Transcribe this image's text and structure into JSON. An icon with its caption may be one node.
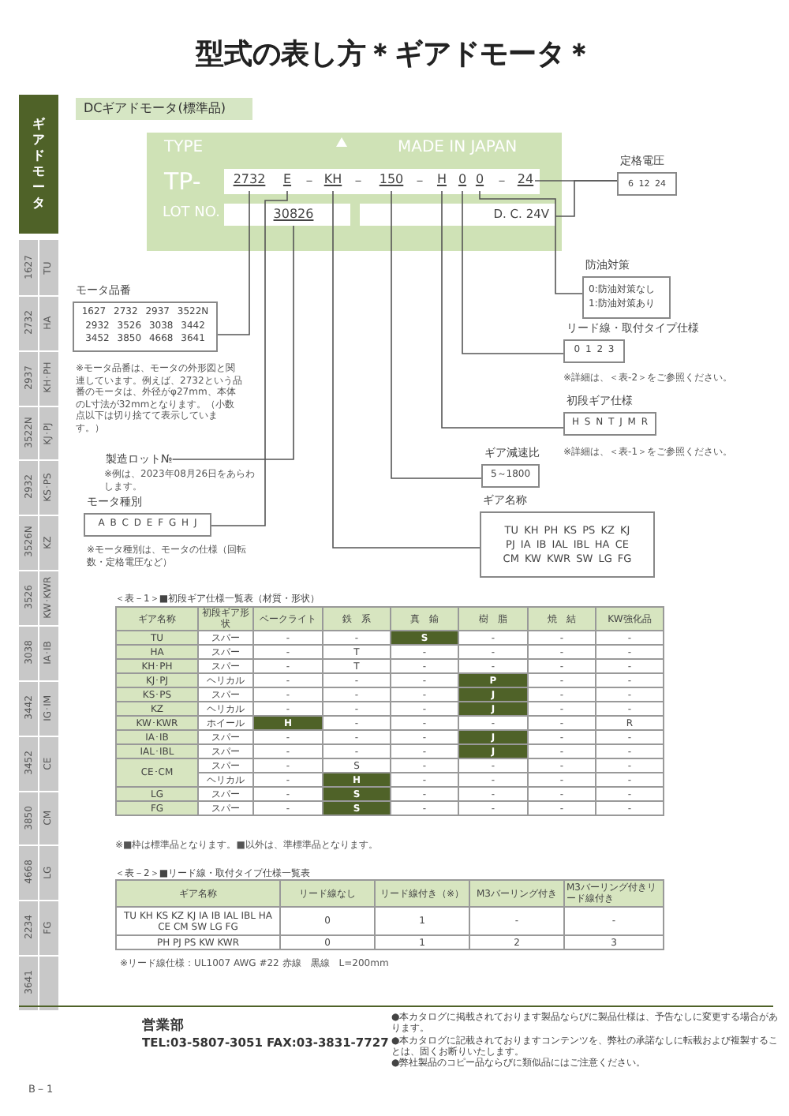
{
  "diagram": {
    "title": "型式の表し方＊ギアドモータ＊",
    "nodes": [
      {
        "text": [
          "TYPE",
          "TP-",
          "MADE IN JAPAN",
          "LOT NO."
        ]
      },
      {
        "text": [
          "2732"
        ],
        "in": 0
      },
      {
        "text": [
          "E"
        ],
        "in": 0
      },
      {
        "text": [
          "KH"
        ],
        "in": 0
      },
      {
        "text": [
          "150"
        ],
        "in": 0
      },
      {
        "text": [
          "H"
        ],
        "in": 0
      },
      {
        "text": [
          "0"
        ],
        "in": 0
      },
      {
        "text": [
          "0"
        ],
        "in": 0
      },
      {
        "text": [
          "24"
        ],
        "in": 0
      },
      {
        "text": [
          "30826"
        ],
        "in": 0
      },
      {
        "text": [
          "D. C. 24V"
        ],
        "in": 0
      },
      {
        "text": [
          "定格電圧",
          "6 12 24"
        ]
      },
      {
        "text": [
          "防油対策",
          "0:防油対策なし 1:防油対策あり"
        ]
      },
      {
        "text": [
          "リード線・取付タイプ仕様",
          "0 1 2 3"
        ],
        "beside": [
          "※詳細は、＜表-2＞をご参照ください。"
        ]
      },
      {
        "text": [
          "初段ギア仕様",
          "H S N T J M R"
        ],
        "beside": [
          "※詳細は、＜表-1＞をご参照ください。"
        ]
      },
      {
        "text": [
          "ギア減速比",
          "5～1800"
        ]
      },
      {
        "text": [
          "ギア名称",
          "TU KH PH KS PS KZ KJ PJ IA IB IAL IBL HA CE CM KW KWR SW LG FG"
        ]
      },
      {
        "text": [
          "モータ品番",
          "1627 2732 2937 3522N 2932 3526 3038 3442 3452 3850 4668 3641"
        ],
        "beside": [
          "※モータ品番は、モータの外形図と関連しています。例えば、2732という品番のモータは、外径がφ27mm、本体のL寸法が32mmとなります。（小数点以下は切り捨てて表示しています。）"
        ]
      },
      {
        "text": [
          "製造ロット№"
        ],
        "beside": [
          "※例は、2023年08月26日をあらわします。"
        ]
      },
      {
        "text": [
          "モータ種別",
          "A B C D E F G H J"
        ],
        "beside": [
          "※モータ種別は、モータの仕様（回転数・定格電圧など）"
        ]
      }
    ],
    "edges": [
      {
        "from": 1,
        "to": 17,
        "arrow": "none"
      },
      {
        "from": 2,
        "to": 19,
        "arrow": "none"
      },
      {
        "from": 9,
        "to": 18,
        "arrow": "none"
      },
      {
        "from": 3,
        "to": 16,
        "arrow": "none"
      },
      {
        "from": 4,
        "to": 15,
        "arrow": "none"
      },
      {
        "from": 5,
        "to": 14,
        "arrow": "none"
      },
      {
        "from": 6,
        "to": 13,
        "arrow": "none"
      },
      {
        "from": 7,
        "to": 12,
        "arrow": "none"
      },
      {
        "from": 8,
        "to": 11,
        "arrow": "none"
      },
      {
        "from": 10,
        "to": 11,
        "arrow": "none"
      }
    ],
    "labels": [
      "DCギアドモータ(標準品)",
      "ギアドモータ",
      "1627",
      "TU",
      "2732",
      "HA",
      "2937",
      "KH･PH",
      "3522N",
      "KJ･PJ",
      "2932",
      "KS･PS",
      "3526N",
      "KZ",
      "3526",
      "KW･KWR",
      "3038",
      "IA･IB",
      "3442",
      "IG･IM",
      "3452",
      "CE",
      "3850",
      "CM",
      "4668",
      "LG",
      "2234",
      "FG",
      "3641",
      "－",
      "－",
      "－",
      "－",
      "＜表－1＞■初段ギア仕様一覧表（材質・形状）",
      "ギア名称",
      "初段ギア形状",
      "ベークライト",
      "鉄　系",
      "真　鍮",
      "樹　脂",
      "焼　結",
      "KW強化品",
      "TU",
      "スパー",
      "-",
      "-",
      "S",
      "-",
      "-",
      "-",
      "HA",
      "スパー",
      "-",
      "T",
      "-",
      "-",
      "-",
      "-",
      "KH･PH",
      "スパー",
      "-",
      "T",
      "-",
      "-",
      "-",
      "-",
      "KJ･PJ",
      "ヘリカル",
      "-",
      "-",
      "-",
      "P",
      "-",
      "-",
      "KS･PS",
      "スパー",
      "-",
      "-",
      "-",
      "J",
      "-",
      "-",
      "KZ",
      "ヘリカル",
      "-",
      "-",
      "-",
      "J",
      "-",
      "-",
      "KW･KWR",
      "ホイール",
      "H",
      "-",
      "-",
      "-",
      "-",
      "R",
      "IA･IB",
      "スパー",
      "-",
      "-",
      "-",
      "J",
      "-",
      "-",
      "IAL･IBL",
      "スパー",
      "-",
      "-",
      "-",
      "J",
      "-",
      "-",
      "CE･CM",
      "スパー",
      "-",
      "S",
      "-",
      "-",
      "-",
      "-",
      "ヘリカル",
      "-",
      "H",
      "-",
      "-",
      "-",
      "-",
      "LG",
      "スパー",
      "-",
      "S",
      "-",
      "-",
      "-",
      "-",
      "FG",
      "スパー",
      "-",
      "S",
      "-",
      "-",
      "-",
      "-",
      "※■枠は標準品となります。■以外は、準標準品となります。",
      "＜表－2＞■リード線・取付タイプ仕様一覧表",
      "ギア名称",
      "リード線なし",
      "リード線付き（※）",
      "M3バーリング付き",
      "M3バーリング付きリード線付き",
      "TU KH KS KZ KJ IA IB IAL IBL HA CE CM SW LG FG",
      "0",
      "1",
      "-",
      "-",
      "PH PJ PS KW KWR",
      "0",
      "1",
      "2",
      "3",
      "※リード線仕様：UL1007 AWG #22 赤線　黒線　L=200mm",
      "営業部",
      "TEL:03-5807-3051 FAX:03-3831-7727",
      "●本カタログに掲載されております製品ならびに製品仕様は、予告なしに変更する場合があります。",
      "●本カタログに記載されておりますコンテンツを、弊社の承諾なしに転載および複製することは、固くお断りいたします。",
      "●弊社製品のコピー品ならびに類似品にはご注意ください。",
      "B－1"
    ]
  }
}
